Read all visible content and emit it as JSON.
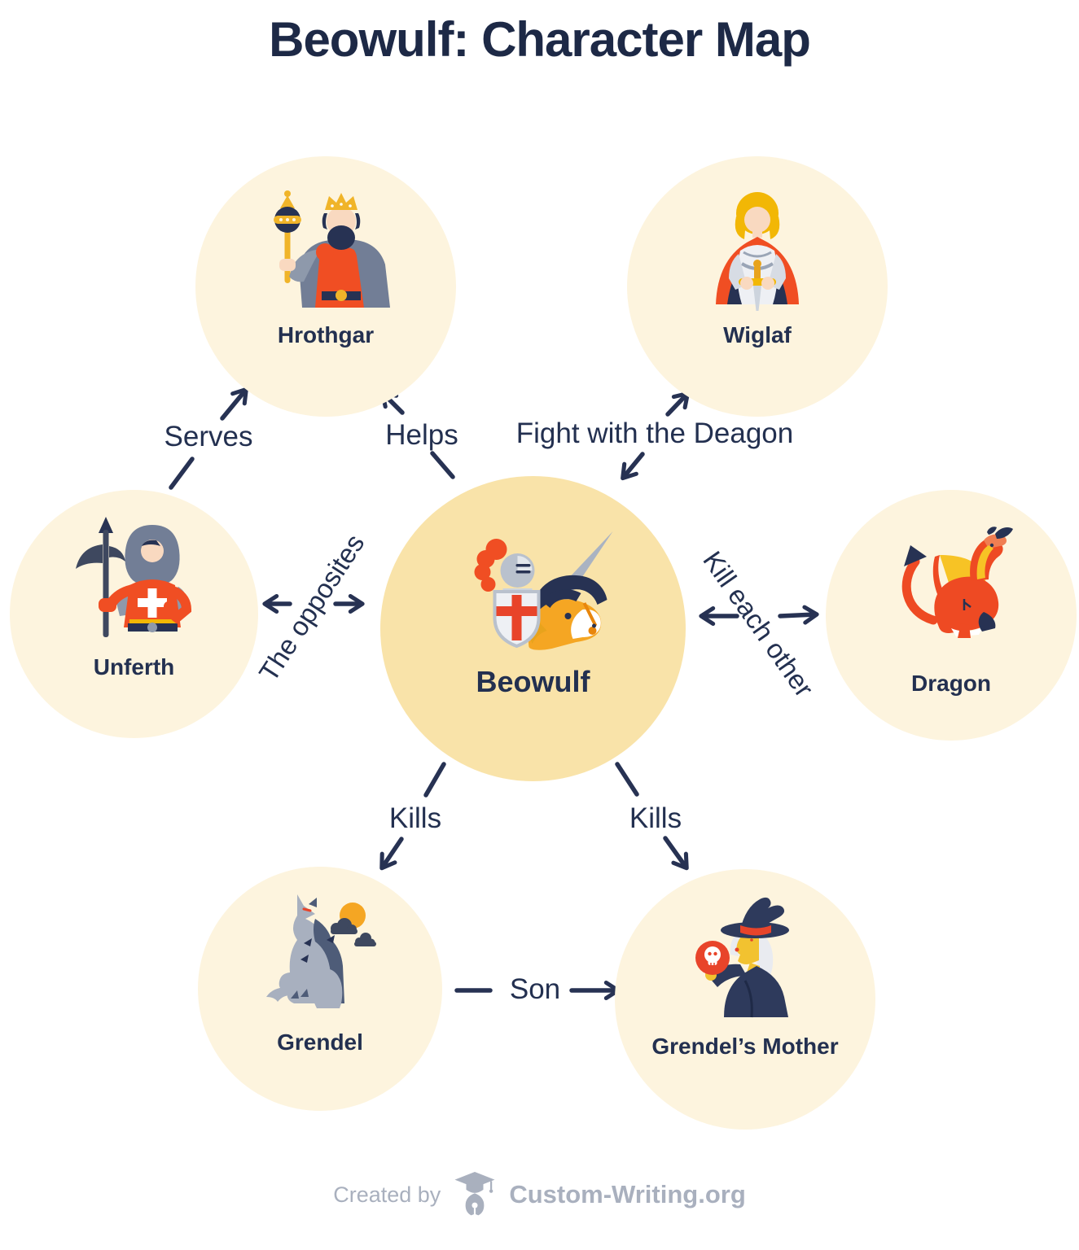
{
  "title": "Beowulf: Character Map",
  "nodes": {
    "beowulf": {
      "label": "Beowulf",
      "icon": "knight-on-horse-icon"
    },
    "hrothgar": {
      "label": "Hrothgar",
      "icon": "king-icon"
    },
    "wiglaf": {
      "label": "Wiglaf",
      "icon": "caped-knight-icon"
    },
    "unferth": {
      "label": "Unferth",
      "icon": "axe-warrior-icon"
    },
    "dragon": {
      "label": "Dragon",
      "icon": "dragon-icon"
    },
    "grendel": {
      "label": "Grendel",
      "icon": "wolf-monster-icon"
    },
    "grendels_mother": {
      "label": "Grendel’s Mother",
      "icon": "witch-icon"
    }
  },
  "relations": {
    "serves": {
      "label": "Serves",
      "from": "Unferth",
      "to": "Hrothgar",
      "direction": "one-way"
    },
    "helps": {
      "label": "Helps",
      "from": "Beowulf",
      "to": "Hrothgar",
      "direction": "one-way"
    },
    "fight_with_the_deagon": {
      "label": "Fight with the Deagon",
      "from": "Wiglaf",
      "to": "Beowulf",
      "direction": "two-way"
    },
    "the_opposites": {
      "label": "The opposites",
      "from": "Unferth",
      "to": "Beowulf",
      "direction": "two-way"
    },
    "kill_each_other": {
      "label": "Kill each other",
      "from": "Beowulf",
      "to": "Dragon",
      "direction": "two-way"
    },
    "kills_grendel": {
      "label": "Kills",
      "from": "Beowulf",
      "to": "Grendel",
      "direction": "one-way"
    },
    "kills_grendels_mother": {
      "label": "Kills",
      "from": "Beowulf",
      "to": "Grendel’s Mother",
      "direction": "one-way"
    },
    "son": {
      "label": "Son",
      "from": "Grendel",
      "to": "Grendel’s Mother",
      "direction": "one-way"
    }
  },
  "footer": {
    "created_by": "Created by",
    "brand": "Custom-Writing.org",
    "logo_icon": "graduation-cap-pen-icon"
  },
  "colors": {
    "navy_text": "#233050",
    "title_navy": "#1d2946",
    "outer_circle": "#fdf4de",
    "center_circle": "#f9e3a9",
    "red_orange": "#f04e23",
    "golden": "#f5a623",
    "footer_gray": "#a9b0be"
  }
}
